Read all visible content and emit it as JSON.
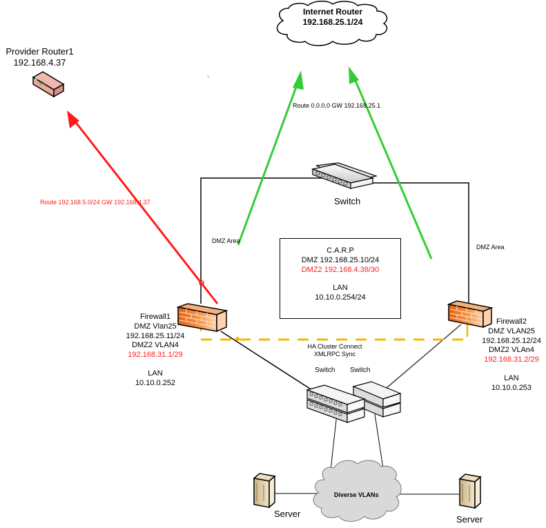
{
  "diagram": {
    "internet_router": {
      "name": "Internet Router",
      "ip": "192.168.25.1/24"
    },
    "provider_router": {
      "name": "Provider Router1",
      "ip": "192.168.4.37"
    },
    "routes": {
      "default_route": "Route 0.0.0.0 GW 192.168.25.1",
      "provider_route": "Route 192.168.5.0/24 GW 192.168.4.37"
    },
    "top_switch": {
      "label": "Switch"
    },
    "dmz_area_left": "DMZ Area",
    "dmz_area_right": "DMZ Area",
    "carp": {
      "title": "C.A.R.P",
      "dmz": "DMZ 192.168.25.10/24",
      "dmz2": "DMZ2 192.168.4.38/30",
      "lan_label": "LAN",
      "lan_ip": "10.10.0.254/24"
    },
    "firewall1": {
      "name": "Firewall1",
      "dmz_vlan": "DMZ Vlan25",
      "dmz_ip": "192.168.25.11/24",
      "dmz2_vlan": "DMZ2 VLAN4",
      "dmz2_ip": "192.168.31.1/29",
      "lan_label": "LAN",
      "lan_ip": "10.10.0.252"
    },
    "firewall2": {
      "name": "Firewall2",
      "dmz_vlan": "DMZ VLAN25",
      "dmz_ip": "192.168.25.12/24",
      "dmz2_vlan": "DMZ2 VLAn4",
      "dmz2_ip": "192.168.31.2/29",
      "lan_label": "LAN",
      "lan_ip": "10.10.0.253"
    },
    "ha_link": {
      "line1": "HA Cluster Connect",
      "line2": "XMLRPC Sync"
    },
    "lower_switches": {
      "left": "Switch",
      "right": "Switch"
    },
    "cloud_vlans": "Diverse VLANs",
    "server_left": "Server",
    "server_right": "Server",
    "stray_mark": "`",
    "colors": {
      "route_red": "#ff1a1a",
      "route_green": "#33cc33",
      "ha_dashed": "#f5b800",
      "firewall_orange": "#f07a20",
      "router_pink": "#e8a8a0"
    }
  }
}
